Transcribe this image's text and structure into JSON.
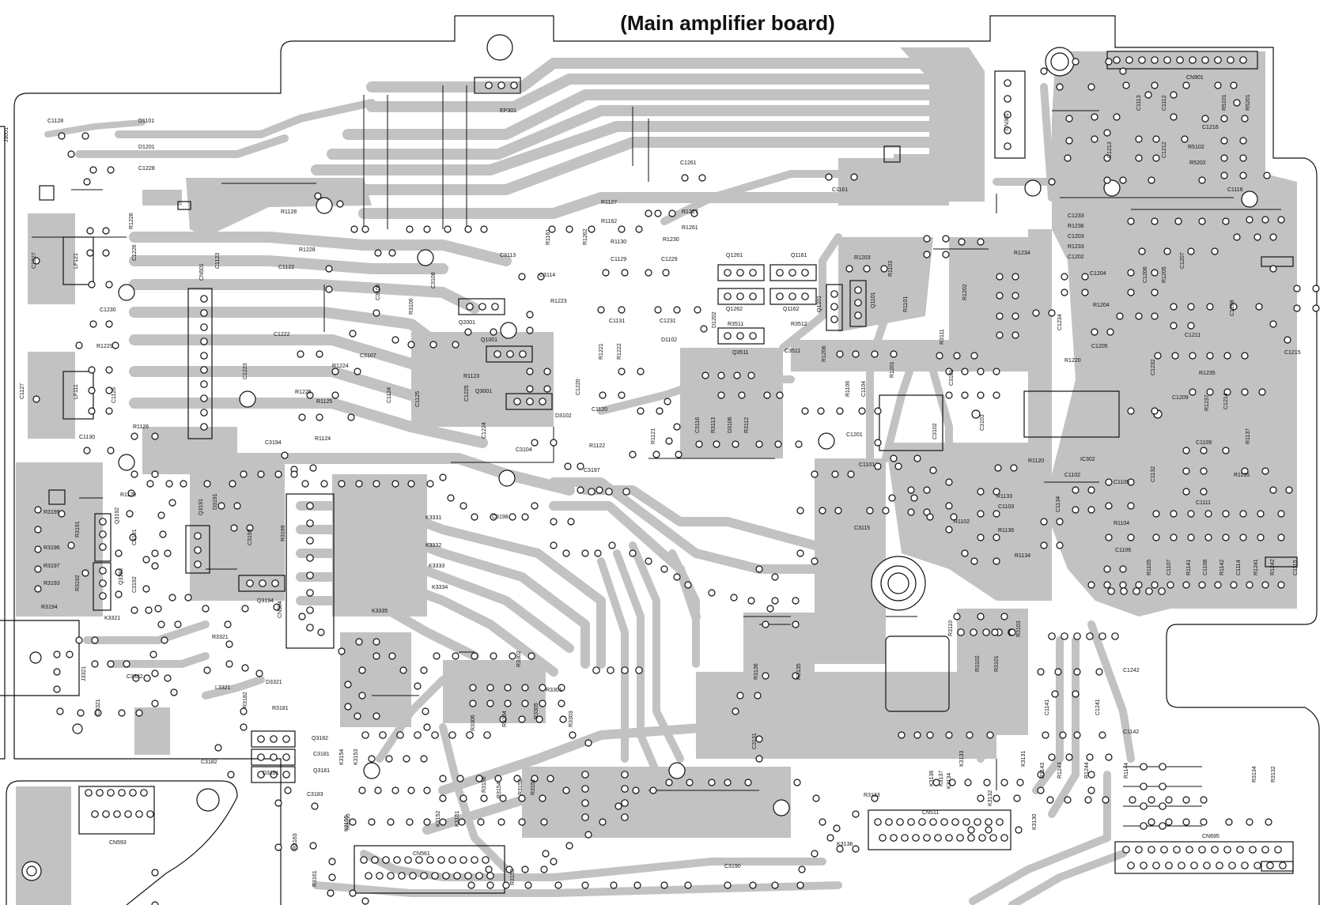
{
  "title": "(Main amplifier board)",
  "colors": {
    "copper": "#c2c2c2",
    "ink": "#111111",
    "board": "#ffffff"
  },
  "labels": [
    {
      "id": "EP301",
      "text": "EP301"
    },
    {
      "id": "CN301",
      "text": "CN301"
    },
    {
      "id": "CN901",
      "text": "CN901"
    },
    {
      "id": "J3001",
      "text": "J3001"
    },
    {
      "id": "C1128",
      "text": "C1128"
    },
    {
      "id": "D1101",
      "text": "D1101"
    },
    {
      "id": "D1201",
      "text": "D1201"
    },
    {
      "id": "C1228",
      "text": "C1228"
    },
    {
      "id": "C1226",
      "text": "C1226"
    },
    {
      "id": "R1226",
      "text": "R1226"
    },
    {
      "id": "LF121",
      "text": "LF121"
    },
    {
      "id": "C1227",
      "text": "C1227"
    },
    {
      "id": "C1230",
      "text": "C1230"
    },
    {
      "id": "R1229",
      "text": "R1229"
    },
    {
      "id": "LF111",
      "text": "LF111"
    },
    {
      "id": "C1127",
      "text": "C1127"
    },
    {
      "id": "C1126",
      "text": "C1126"
    },
    {
      "id": "C1130",
      "text": "C1130"
    },
    {
      "id": "R1126",
      "text": "R1126"
    },
    {
      "id": "R1129",
      "text": "R1129"
    },
    {
      "id": "CN501",
      "text": "CN501"
    },
    {
      "id": "C1123",
      "text": "C1123"
    },
    {
      "id": "C1223",
      "text": "C1223"
    },
    {
      "id": "R1128",
      "text": "R1128"
    },
    {
      "id": "R1228",
      "text": "R1228"
    },
    {
      "id": "C1122",
      "text": "C1122"
    },
    {
      "id": "C1222",
      "text": "C1222"
    },
    {
      "id": "R1225",
      "text": "R1225"
    },
    {
      "id": "R1224",
      "text": "R1224"
    },
    {
      "id": "R1125",
      "text": "R1125"
    },
    {
      "id": "R1124",
      "text": "R1124"
    },
    {
      "id": "C3107",
      "text": "C3107"
    },
    {
      "id": "C3105",
      "text": "C3105"
    },
    {
      "id": "R3106",
      "text": "R3106"
    },
    {
      "id": "C3108",
      "text": "C3108"
    },
    {
      "id": "C1124",
      "text": "C1124"
    },
    {
      "id": "C1125",
      "text": "C1125"
    },
    {
      "id": "C1225",
      "text": "C1225"
    },
    {
      "id": "C3194",
      "text": "C3194"
    },
    {
      "id": "Q2001",
      "text": "Q2001"
    },
    {
      "id": "Q1001",
      "text": "Q1001"
    },
    {
      "id": "C3113",
      "text": "C3113"
    },
    {
      "id": "C3114",
      "text": "C3114"
    },
    {
      "id": "R1223",
      "text": "R1223"
    },
    {
      "id": "R1123",
      "text": "R1123"
    },
    {
      "id": "Q3001",
      "text": "Q3001"
    },
    {
      "id": "C1224",
      "text": "C1224"
    },
    {
      "id": "C3104",
      "text": "C3104"
    },
    {
      "id": "D3102",
      "text": "D3102"
    },
    {
      "id": "C3197",
      "text": "C3197"
    },
    {
      "id": "C3198",
      "text": "C3198"
    },
    {
      "id": "R1161",
      "text": "R1161"
    },
    {
      "id": "R1262",
      "text": "R1262"
    },
    {
      "id": "R1127",
      "text": "R1127"
    },
    {
      "id": "R1162",
      "text": "R1162"
    },
    {
      "id": "R1130",
      "text": "R1130"
    },
    {
      "id": "C1129",
      "text": "C1129"
    },
    {
      "id": "R1227",
      "text": "R1227"
    },
    {
      "id": "R1261",
      "text": "R1261"
    },
    {
      "id": "R1230",
      "text": "R1230"
    },
    {
      "id": "C1229",
      "text": "C1229"
    },
    {
      "id": "C1131",
      "text": "C1131"
    },
    {
      "id": "C1231",
      "text": "C1231"
    },
    {
      "id": "D1102",
      "text": "D1102"
    },
    {
      "id": "C1261",
      "text": "C1261"
    },
    {
      "id": "C1161",
      "text": "C1161"
    },
    {
      "id": "R1221",
      "text": "R1221"
    },
    {
      "id": "R1222",
      "text": "R1222"
    },
    {
      "id": "C1220",
      "text": "C1220"
    },
    {
      "id": "C1120",
      "text": "C1120"
    },
    {
      "id": "R1122",
      "text": "R1122"
    },
    {
      "id": "R1121",
      "text": "R1121"
    },
    {
      "id": "Q1261",
      "text": "Q1261"
    },
    {
      "id": "Q1161",
      "text": "Q1161"
    },
    {
      "id": "Q1262",
      "text": "Q1262"
    },
    {
      "id": "Q1162",
      "text": "Q1162"
    },
    {
      "id": "R3511",
      "text": "R3511"
    },
    {
      "id": "R3512",
      "text": "R3512"
    },
    {
      "id": "Q3511",
      "text": "Q3511"
    },
    {
      "id": "C3511",
      "text": "C3511"
    },
    {
      "id": "D1202",
      "text": "D1202"
    },
    {
      "id": "C3116",
      "text": "C3116"
    },
    {
      "id": "R3113",
      "text": "R3113"
    },
    {
      "id": "D3106",
      "text": "D3106"
    },
    {
      "id": "R3112",
      "text": "R3112"
    },
    {
      "id": "R1203",
      "text": "R1203"
    },
    {
      "id": "Q1201",
      "text": "Q1201"
    },
    {
      "id": "Q1101",
      "text": "Q1101"
    },
    {
      "id": "R1103",
      "text": "R1103"
    },
    {
      "id": "R1101",
      "text": "R1101"
    },
    {
      "id": "R1206",
      "text": "R1206"
    },
    {
      "id": "R1106",
      "text": "R1106"
    },
    {
      "id": "C1104",
      "text": "C1104"
    },
    {
      "id": "R1201",
      "text": "R1201"
    },
    {
      "id": "C1201",
      "text": "C1201"
    },
    {
      "id": "C1101",
      "text": "C1101"
    },
    {
      "id": "C3115",
      "text": "C3115"
    },
    {
      "id": "R1102",
      "text": "R1102"
    },
    {
      "id": "C3102",
      "text": "C3102"
    },
    {
      "id": "C3101",
      "text": "C3101"
    },
    {
      "id": "R3111",
      "text": "R3111"
    },
    {
      "id": "C3103",
      "text": "C3103"
    },
    {
      "id": "R1202",
      "text": "R1202"
    },
    {
      "id": "R1234",
      "text": "R1234"
    },
    {
      "id": "C1204",
      "text": "C1204"
    },
    {
      "id": "C1233",
      "text": "C1233"
    },
    {
      "id": "R1236",
      "text": "R1236"
    },
    {
      "id": "C1203",
      "text": "C1203"
    },
    {
      "id": "R1233",
      "text": "R1233"
    },
    {
      "id": "C1202",
      "text": "C1202"
    },
    {
      "id": "R1204",
      "text": "R1204"
    },
    {
      "id": "C1234",
      "text": "C1234"
    },
    {
      "id": "C1205",
      "text": "C1205"
    },
    {
      "id": "R1220",
      "text": "R1220"
    },
    {
      "id": "R1120",
      "text": "R1120"
    },
    {
      "id": "IC302",
      "text": "IC302"
    },
    {
      "id": "C1102",
      "text": "C1102"
    },
    {
      "id": "R1133",
      "text": "R1133"
    },
    {
      "id": "C1103",
      "text": "C1103"
    },
    {
      "id": "R1136",
      "text": "R1136"
    },
    {
      "id": "R1134",
      "text": "R1134"
    },
    {
      "id": "C1134",
      "text": "C1134"
    },
    {
      "id": "C1105",
      "text": "C1105"
    },
    {
      "id": "R1104",
      "text": "R1104"
    },
    {
      "id": "C1106",
      "text": "C1106"
    },
    {
      "id": "C1109",
      "text": "C1109"
    },
    {
      "id": "R1135",
      "text": "R1135"
    },
    {
      "id": "C1111",
      "text": "C1111"
    },
    {
      "id": "C1132",
      "text": "C1132"
    },
    {
      "id": "R1137",
      "text": "R1137"
    },
    {
      "id": "C1206",
      "text": "C1206"
    },
    {
      "id": "R1205",
      "text": "R1205"
    },
    {
      "id": "C1207",
      "text": "C1207"
    },
    {
      "id": "C1208",
      "text": "C1208"
    },
    {
      "id": "C1211",
      "text": "C1211"
    },
    {
      "id": "C1215",
      "text": "C1215"
    },
    {
      "id": "R1235",
      "text": "R1235"
    },
    {
      "id": "C1232",
      "text": "C1232"
    },
    {
      "id": "C1209",
      "text": "C1209"
    },
    {
      "id": "R1237",
      "text": "R1237"
    },
    {
      "id": "C1214",
      "text": "C1214"
    },
    {
      "id": "C1113",
      "text": "C1113"
    },
    {
      "id": "C1112",
      "text": "C1112"
    },
    {
      "id": "C1216",
      "text": "C1216"
    },
    {
      "id": "R5101",
      "text": "R5101"
    },
    {
      "id": "R5201",
      "text": "R5201"
    },
    {
      "id": "R5102",
      "text": "R5102"
    },
    {
      "id": "R5202",
      "text": "R5202"
    },
    {
      "id": "C1213",
      "text": "C1213"
    },
    {
      "id": "C1212",
      "text": "C1212"
    },
    {
      "id": "C1116",
      "text": "C1116"
    },
    {
      "id": "R1105",
      "text": "R1105"
    },
    {
      "id": "C1107",
      "text": "C1107"
    },
    {
      "id": "R1141",
      "text": "R1141"
    },
    {
      "id": "C1108",
      "text": "C1108"
    },
    {
      "id": "R1142",
      "text": "R1142"
    },
    {
      "id": "C1114",
      "text": "C1114"
    },
    {
      "id": "R1241",
      "text": "R1241"
    },
    {
      "id": "R1242",
      "text": "R1242"
    },
    {
      "id": "C1115",
      "text": "C1115"
    },
    {
      "id": "R3195",
      "text": "R3195"
    },
    {
      "id": "R3196",
      "text": "R3196"
    },
    {
      "id": "R3197",
      "text": "R3197"
    },
    {
      "id": "R3193",
      "text": "R3193"
    },
    {
      "id": "R3194",
      "text": "R3194"
    },
    {
      "id": "R3191",
      "text": "R3191"
    },
    {
      "id": "R3192",
      "text": "R3192"
    },
    {
      "id": "Q3192",
      "text": "Q3192"
    },
    {
      "id": "Q3193",
      "text": "Q3193"
    },
    {
      "id": "C3191",
      "text": "C3191"
    },
    {
      "id": "C3192",
      "text": "C3192"
    },
    {
      "id": "Q3191",
      "text": "Q3191"
    },
    {
      "id": "D3191",
      "text": "D3191"
    },
    {
      "id": "C3193",
      "text": "C3193"
    },
    {
      "id": "R3199",
      "text": "R3199"
    },
    {
      "id": "Q3194",
      "text": "Q3194"
    },
    {
      "id": "K3331",
      "text": "K3331"
    },
    {
      "id": "K3332",
      "text": "K3332"
    },
    {
      "id": "K3333",
      "text": "K3333"
    },
    {
      "id": "K3334",
      "text": "K3334"
    },
    {
      "id": "K3335",
      "text": "K3335"
    },
    {
      "id": "CN904",
      "text": "CN904"
    },
    {
      "id": "K3321",
      "text": "K3321"
    },
    {
      "id": "J3321",
      "text": "J3321"
    },
    {
      "id": "C3321",
      "text": "C3321"
    },
    {
      "id": "C3322",
      "text": "C3322"
    },
    {
      "id": "R3321",
      "text": "R3321"
    },
    {
      "id": "L3321",
      "text": "L3321"
    },
    {
      "id": "D3321",
      "text": "D3321"
    },
    {
      "id": "R3182",
      "text": "R3182"
    },
    {
      "id": "R3181",
      "text": "R3181"
    },
    {
      "id": "Q3182",
      "text": "Q3182"
    },
    {
      "id": "C3181",
      "text": "C3181"
    },
    {
      "id": "Q3181",
      "text": "Q3181"
    },
    {
      "id": "C3182",
      "text": "C3182"
    },
    {
      "id": "D3181",
      "text": "D3181"
    },
    {
      "id": "C3183",
      "text": "C3183"
    },
    {
      "id": "CN593",
      "text": "CN593"
    },
    {
      "id": "R3302",
      "text": "R3302"
    },
    {
      "id": "R3301",
      "text": "R3301"
    },
    {
      "id": "R3306",
      "text": "R3306"
    },
    {
      "id": "R3304",
      "text": "R3304"
    },
    {
      "id": "R3305",
      "text": "R3305"
    },
    {
      "id": "R3303",
      "text": "R3303"
    },
    {
      "id": "K3154",
      "text": "K3154"
    },
    {
      "id": "K3153",
      "text": "K3153"
    },
    {
      "id": "R3156",
      "text": "R3156"
    },
    {
      "id": "R3154",
      "text": "R3154"
    },
    {
      "id": "R3152",
      "text": "R3152"
    },
    {
      "id": "R3151",
      "text": "R3151"
    },
    {
      "id": "R3155",
      "text": "R3155"
    },
    {
      "id": "K3155",
      "text": "K3155"
    },
    {
      "id": "K3152",
      "text": "K3152"
    },
    {
      "id": "K3151",
      "text": "K3151"
    },
    {
      "id": "CN561",
      "text": "CN561"
    },
    {
      "id": "R3161",
      "text": "R3161"
    },
    {
      "id": "R3163",
      "text": "R3163"
    },
    {
      "id": "R3153",
      "text": "R3153"
    },
    {
      "id": "C3190",
      "text": "C3190"
    },
    {
      "id": "C3131",
      "text": "C3131"
    },
    {
      "id": "R3136",
      "text": "R3136"
    },
    {
      "id": "R3135",
      "text": "R3135"
    },
    {
      "id": "R3110",
      "text": "R3110"
    },
    {
      "id": "R3103",
      "text": "R3103"
    },
    {
      "id": "R3102",
      "text": "R3102"
    },
    {
      "id": "R3101",
      "text": "R3101"
    },
    {
      "id": "R3133",
      "text": "R3133"
    },
    {
      "id": "K3137",
      "text": "K3137"
    },
    {
      "id": "K3136",
      "text": "K3136"
    },
    {
      "id": "K3134",
      "text": "K3134"
    },
    {
      "id": "K3133",
      "text": "K3133"
    },
    {
      "id": "K3131",
      "text": "K3131"
    },
    {
      "id": "K3132",
      "text": "K3132"
    },
    {
      "id": "CN511",
      "text": "CN511"
    },
    {
      "id": "K3138",
      "text": "K3138"
    },
    {
      "id": "K3130",
      "text": "K3130"
    },
    {
      "id": "C1141",
      "text": "C1141"
    },
    {
      "id": "C1241",
      "text": "C1241"
    },
    {
      "id": "C1242",
      "text": "C1242"
    },
    {
      "id": "C1142",
      "text": "C1142"
    },
    {
      "id": "R1143",
      "text": "R1143"
    },
    {
      "id": "R1243",
      "text": "R1243"
    },
    {
      "id": "R1244",
      "text": "R1244"
    },
    {
      "id": "R1144",
      "text": "R1144"
    },
    {
      "id": "R3134",
      "text": "R3134"
    },
    {
      "id": "R3132",
      "text": "R3132"
    },
    {
      "id": "CN695",
      "text": "CN695"
    }
  ]
}
